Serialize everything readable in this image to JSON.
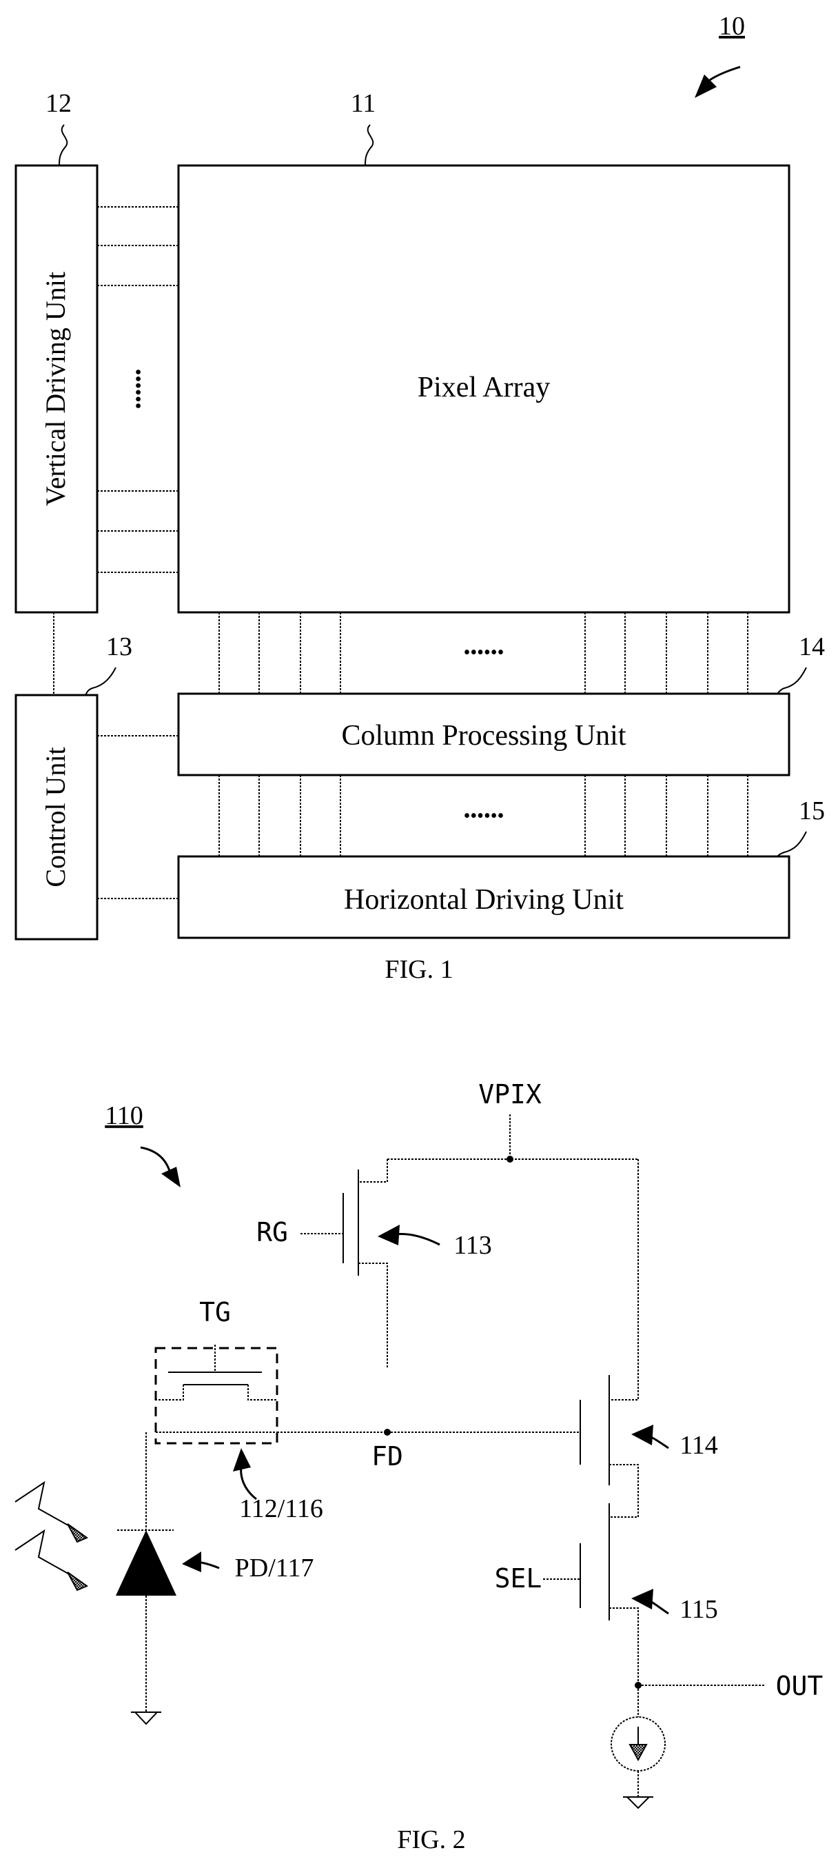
{
  "figure1": {
    "caption": "FIG. 1",
    "ref_device": "10",
    "ref_pixel_array": "11",
    "ref_vertical": "12",
    "ref_control": "13",
    "ref_column": "14",
    "ref_horizontal": "15",
    "pixel_array_label": "Pixel Array",
    "vertical_driving_label": "Vertical Driving Unit",
    "control_unit_label": "Control Unit",
    "column_processing_label": "Column Processing Unit",
    "horizontal_driving_label": "Horizontal Driving Unit",
    "ellipsis": "••••••"
  },
  "figure2": {
    "caption": "FIG. 2",
    "ref_pixel": "110",
    "vpix": "VPIX",
    "rg": "RG",
    "ref_113": "113",
    "tg": "TG",
    "fd": "FD",
    "ref_114": "114",
    "ref_112_116": "112/116",
    "ref_pd": "PD/117",
    "sel": "SEL",
    "ref_115": "115",
    "out": "OUT"
  }
}
